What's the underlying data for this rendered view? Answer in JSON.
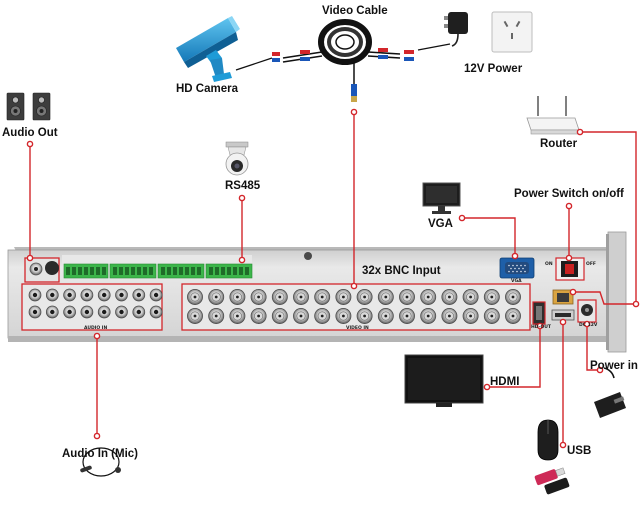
{
  "labels": {
    "video_cable": "Video Cable",
    "hd_camera": "HD Camera",
    "power_12v": "12V Power",
    "audio_out": "Audio  Out",
    "rs485": "RS485",
    "router": "Router",
    "vga": "VGA",
    "power_switch": "Power Switch on/off",
    "bnc_input": "32x BNC Input",
    "hdmi": "HDMI",
    "power_in": "Power in",
    "usb": "USB",
    "audio_in": "Audio In (Mic)"
  },
  "panel_text": {
    "audio_in": "AUDIO IN",
    "video_in": "VIDEO IN",
    "vga_port": "VGA",
    "hd_out": "HD-OUT",
    "dc12v": "DC 12V",
    "on": "ON",
    "off": "OFF"
  },
  "colors": {
    "connector_line": "#d3262b",
    "port_highlight": "#d3262b",
    "dvr_body": "#dcdcdc",
    "terminal_green": "#3cb54a",
    "camera_blue": "#1e9bd7"
  }
}
